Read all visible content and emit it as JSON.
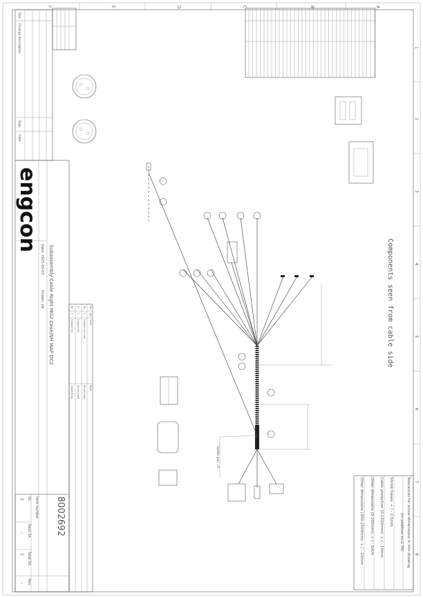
{
  "grid": {
    "columns": [
      "1",
      "2",
      "3",
      "4",
      "5",
      "6",
      "7",
      "8"
    ],
    "rows": [
      "A",
      "B",
      "C",
      "D",
      "E",
      "F"
    ]
  },
  "revision_table": {
    "rev_label": "Rev.",
    "change_label": "Change description",
    "sign_label": "Sign.",
    "date_label": "Date"
  },
  "title_block": {
    "logo": "engcon",
    "date": "Date: 2025-03-03",
    "drawn": "Drawn: LN",
    "title": "Subassembly Cable Right MG2 Case/NH MAP DC2",
    "sheet_label": "Sh.",
    "sheet": "2",
    "next_sheet_label": "Next Sh.",
    "next_sheet": "-",
    "total_sheet_label": "Total Sh.",
    "total_sheet": "2",
    "item_number_label": "Item number",
    "item_number": "8002692",
    "rev_label": "Rev.",
    "rev": "-"
  },
  "bom": {
    "headers": [
      "Pos",
      "Qty",
      "Item",
      "Type"
    ],
    "rows": [
      [
        "16",
        "1",
        "Heatshrink",
        "Cable Braid"
      ],
      [
        "17",
        "1",
        "Heatshrink",
        "Shrink tube"
      ],
      [
        "18",
        "1",
        "Heatshrink tube",
        "Shrink tube"
      ]
    ]
  },
  "notes": {
    "components_seen": "Components seen from cable side",
    "splice_label": "Solder pos. c3"
  },
  "tolerances": {
    "title": "Tolerances for arrow-dimensions in this drawing",
    "subtitle": "(in addition to G TR)",
    "lines": [
      "Shrink hoses: + / - 2,5mm",
      "Cable protection (0-1500mm): + / - 10mm",
      "Other dimensions (0-300mm): + / - 5mm",
      "Other dimensions (300-1500mm): + / - 10mm"
    ]
  }
}
